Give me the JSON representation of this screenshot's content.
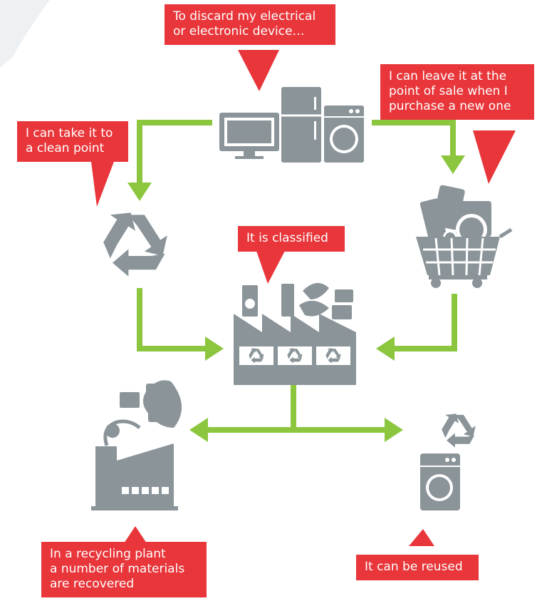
{
  "colors": {
    "callout": "#e8363a",
    "arrow": "#8cc63f",
    "icon": "#8a9499"
  },
  "callouts": {
    "discard": [
      "To discard my electrical",
      "or electronic device…"
    ],
    "clean_point": [
      "I can take it to",
      "a clean point"
    ],
    "point_of_sale": [
      "I can leave it at the",
      "point of sale when I",
      "purchase a new one"
    ],
    "classified": [
      "It is classified"
    ],
    "recycling_plant": [
      "In a recycling plant",
      "a number of materials",
      "are recovered"
    ],
    "reused": [
      "It can be reused"
    ]
  },
  "icons": {
    "devices": "computer-fridge-washer-icon",
    "recycle": "recycle-icon",
    "cart": "shopping-cart-icon",
    "factory": "sorting-factory-icon",
    "plant": "recycling-plant-icon",
    "reuse": "washing-machine-reuse-icon"
  }
}
